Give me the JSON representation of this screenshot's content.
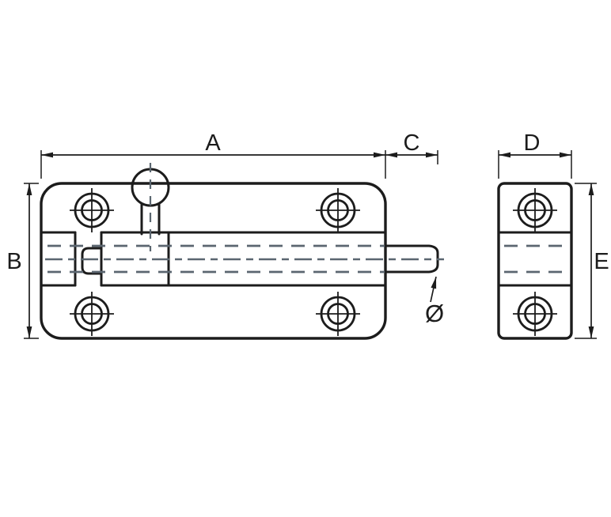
{
  "drawing": {
    "subject": "barrel-bolt-latch-front-and-side-views"
  },
  "dimensions": {
    "front_width": "A",
    "front_height": "B",
    "pin_extension": "C",
    "side_width": "D",
    "side_height": "E",
    "pin_diameter": "Ø"
  },
  "colors": {
    "line": "#1c1c1c",
    "hidden": "#5b6670",
    "background": "#ffffff"
  }
}
